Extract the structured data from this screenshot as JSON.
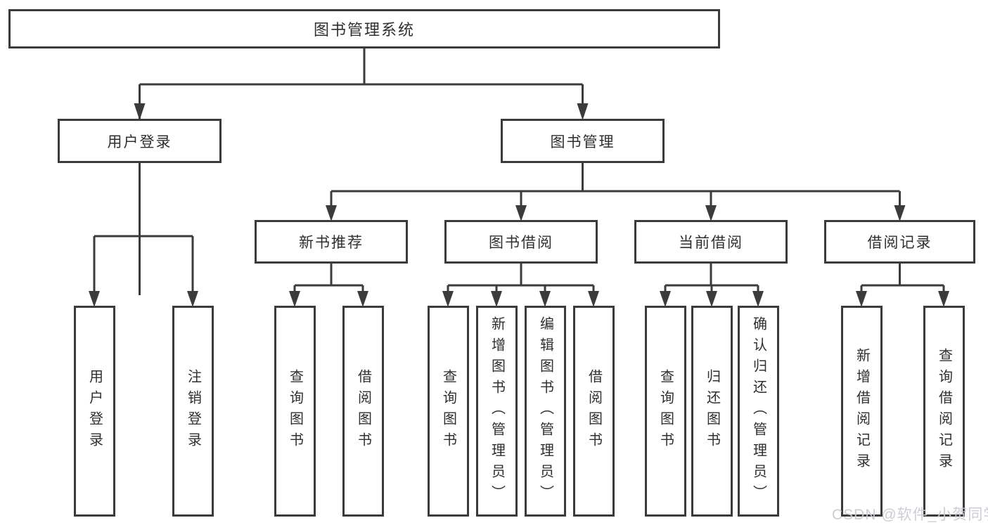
{
  "diagram": {
    "root": {
      "label": "图书管理系统",
      "children": [
        {
          "label": "用户登录",
          "children": [
            {
              "label": "用户登录"
            },
            {
              "label": "注销登录"
            }
          ]
        },
        {
          "label": "图书管理",
          "children": [
            {
              "label": "新书推荐",
              "children": [
                {
                  "label": "查询图书"
                },
                {
                  "label": "借阅图书"
                }
              ]
            },
            {
              "label": "图书借阅",
              "children": [
                {
                  "label": "查询图书"
                },
                {
                  "label": "新增图书（管理员）"
                },
                {
                  "label": "编辑图书（管理员）"
                },
                {
                  "label": "借阅图书"
                }
              ]
            },
            {
              "label": "当前借阅",
              "children": [
                {
                  "label": "查询图书"
                },
                {
                  "label": "归还图书"
                },
                {
                  "label": "确认归还（管理员）"
                }
              ]
            },
            {
              "label": "借阅记录",
              "children": [
                {
                  "label": "新增借阅记录"
                },
                {
                  "label": "查询借阅记录"
                }
              ]
            }
          ]
        }
      ]
    }
  },
  "watermark": {
    "text": "CSDN @软件_小贺同学"
  },
  "colors": {
    "line": "#3b3b3b",
    "box_border": "#3b3b3b",
    "text": "#2f2f2f",
    "background": "#ffffff",
    "watermark": "#c9ccd1"
  }
}
